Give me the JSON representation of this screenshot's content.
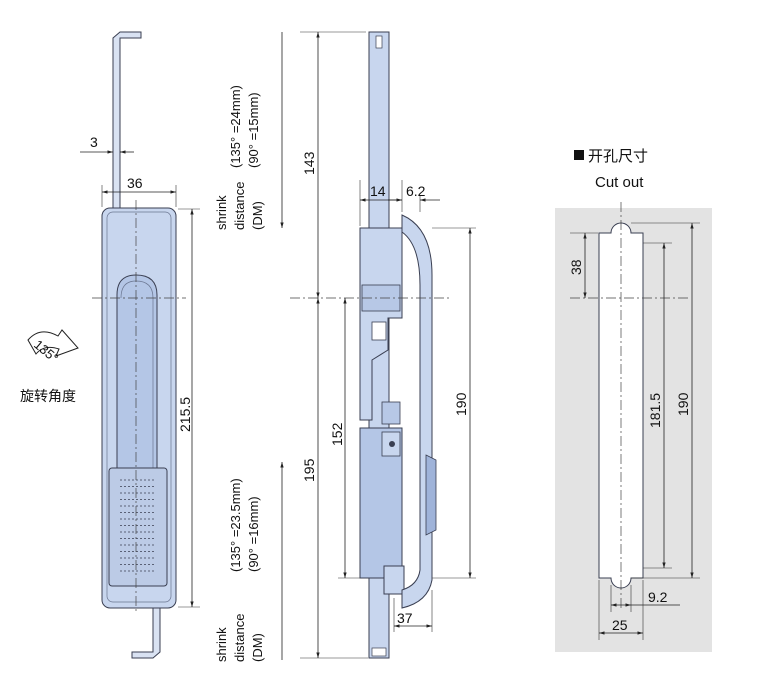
{
  "front_view": {
    "dim_3": "3",
    "dim_36": "36",
    "dim_215_5": "215.5",
    "rotation_angle": "135°",
    "rotation_label": "旋转角度"
  },
  "side_view": {
    "dm_top_line1": "(135°  =24mm)",
    "dm_top_line2": "(90°  =15mm)",
    "shrink_top_1": "shrink",
    "shrink_top_2": "distance",
    "shrink_top_3": "(DM)",
    "dm_bottom_line1": "(135°  =23.5mm)",
    "dm_bottom_line2": "(90°  =16mm)",
    "shrink_bottom_1": "shrink",
    "shrink_bottom_2": "distance",
    "shrink_bottom_3": "(DM)",
    "dim_143": "143",
    "dim_195": "195",
    "dim_14": "14",
    "dim_6_2": "6.2",
    "dim_152": "152",
    "dim_190": "190",
    "dim_37": "37"
  },
  "cutout": {
    "title_cn": "开孔尺寸",
    "title_en": "Cut out",
    "dim_38": "38",
    "dim_181_5": "181.5",
    "dim_190": "190",
    "dim_9_2": "9.2",
    "dim_25": "25"
  },
  "colors": {
    "part_fill": "#c8d6ee",
    "cutout_bg": "#e3e3e3"
  }
}
